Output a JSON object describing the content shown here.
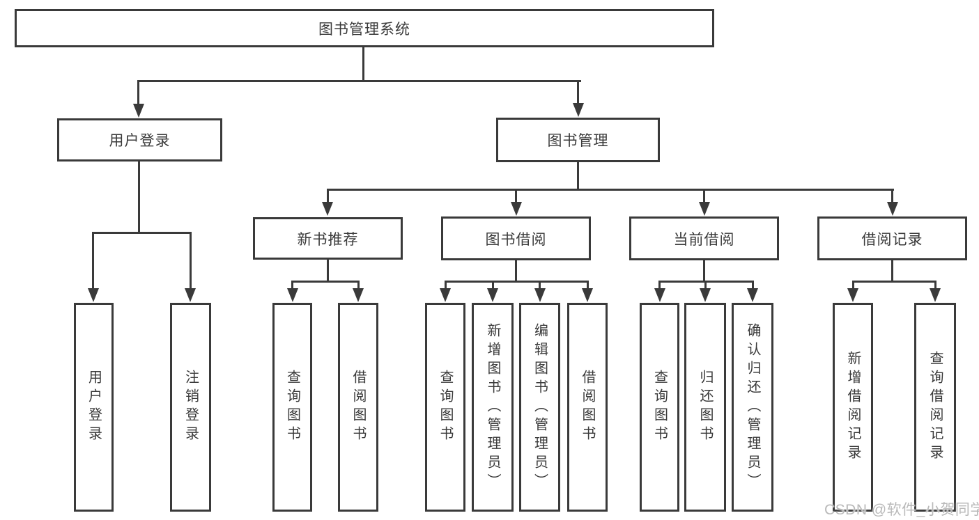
{
  "diagram": {
    "root": {
      "label": "图书管理系统"
    },
    "level2": [
      {
        "label": "用户登录"
      },
      {
        "label": "图书管理"
      }
    ],
    "level3": [
      {
        "label": "新书推荐"
      },
      {
        "label": "图书借阅"
      },
      {
        "label": "当前借阅"
      },
      {
        "label": "借阅记录"
      }
    ],
    "leaves": {
      "user_login": [
        "用户登录",
        "注销登录"
      ],
      "new_book": [
        "查询图书",
        "借阅图书"
      ],
      "book_borrow": [
        "查询图书",
        "新增图书（管理员）",
        "编辑图书（管理员）",
        "借阅图书"
      ],
      "current_borrow": [
        "查询图书",
        "归还图书",
        "确认归还（管理员）"
      ],
      "borrow_records": [
        "新增借阅记录",
        "查询借阅记录"
      ]
    },
    "line_color": "#3a3a3a"
  },
  "watermark": {
    "text": "CSDN @软件_小贺同学",
    "color": "#b9b9b9"
  }
}
